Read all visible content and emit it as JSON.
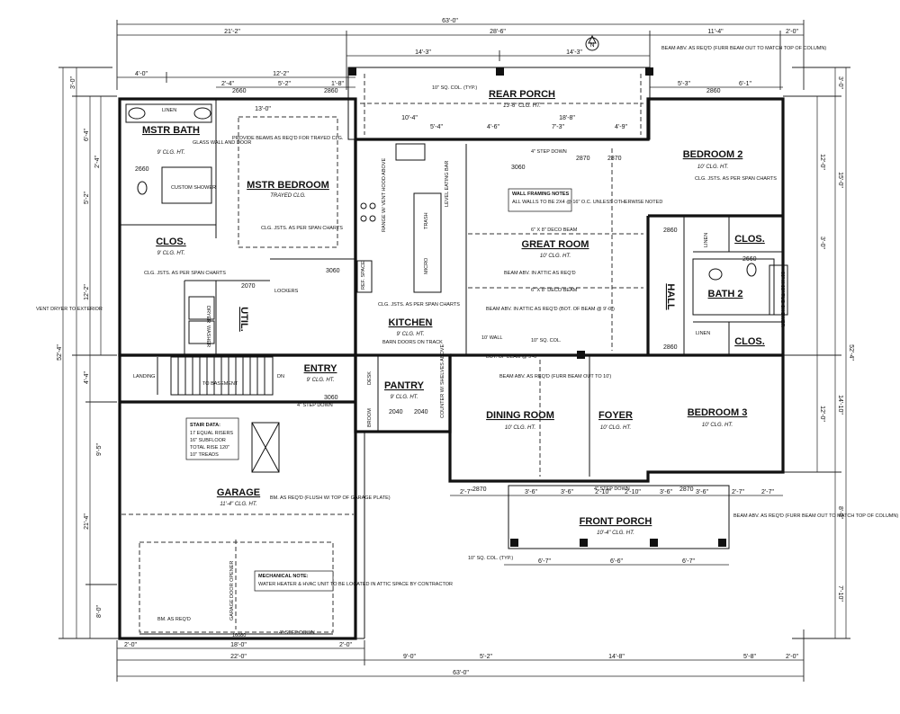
{
  "overall": {
    "top_total": "63'-0\"",
    "bottom_total": "63'-0\"",
    "left_total": "52'-4\"",
    "right_total": "52'-4\""
  },
  "top_dims": {
    "row1": [
      "21'-2\"",
      "28'-6\"",
      "11'-4\"",
      "2'-0\""
    ],
    "row2": [
      "14'-3\"",
      "14'-3\""
    ],
    "row3": [
      "4'-0\"",
      "12'-2\""
    ],
    "row4": [
      "2'-4\"",
      "5'-2\"",
      "1'-8\""
    ],
    "right_row": [
      "5'-3\"",
      "6'-1\""
    ],
    "porch_inner": [
      "4'-6\"",
      "7'-3\"",
      "4'-9\""
    ],
    "porch_mid": [
      "10'-4\"",
      "5'-4\"",
      "18'-8\""
    ],
    "msb_width": "13'-0\""
  },
  "bottom_dims": {
    "row1": [
      "2'-0\"",
      "18'-0\"",
      "2'-0\""
    ],
    "row2": [
      "22'-0\"",
      "9'-0\"",
      "5'-2\"",
      "14'-8\"",
      "5'-8\"",
      "2'-0\""
    ],
    "porch_row": [
      "2'-7\"",
      "3'-6\"",
      "3'-6\"",
      "2'-10\"",
      "2'-10\"",
      "3'-6\"",
      "3'-6\"",
      "2'-7\"",
      "2'-7\""
    ],
    "porch_cols": [
      "6'-7\"",
      "6'-6\"",
      "6'-7\""
    ]
  },
  "left_dims": [
    "3'-0\"",
    "6'-4\"",
    "2'-4\"",
    "5'-2\"",
    "12'-2\"",
    "4'-4\"",
    "21'-4\"",
    "9'-5\"",
    "8'-0\""
  ],
  "right_dims": [
    "3'-0\"",
    "12'-0\"",
    "15'-0\"",
    "3'-0\"",
    "12'-0\"",
    "14'-10\"",
    "8'-0\"",
    "7'-10\""
  ],
  "rooms": [
    {
      "name": "REAR PORCH",
      "clg": "13'-6\" CLG. HT."
    },
    {
      "name": "MSTR BATH",
      "clg": "9' CLG. HT."
    },
    {
      "name": "MSTR BEDROOM",
      "clg": "TRAYED CLG."
    },
    {
      "name": "BEDROOM 2",
      "clg": "10' CLG. HT."
    },
    {
      "name": "GREAT ROOM",
      "clg": "10' CLG. HT."
    },
    {
      "name": "CLOS.",
      "clg": "9' CLG. HT."
    },
    {
      "name": "CLOS.",
      "clg": ""
    },
    {
      "name": "BATH 2",
      "clg": ""
    },
    {
      "name": "CLOS.",
      "clg": ""
    },
    {
      "name": "KITCHEN",
      "clg": "9' CLG. HT."
    },
    {
      "name": "ENTRY",
      "clg": "9' CLG. HT."
    },
    {
      "name": "PANTRY",
      "clg": "9' CLG. HT."
    },
    {
      "name": "DINING ROOM",
      "clg": "10' CLG. HT."
    },
    {
      "name": "FOYER",
      "clg": "10' CLG. HT."
    },
    {
      "name": "BEDROOM 3",
      "clg": "10' CLG. HT."
    },
    {
      "name": "GARAGE",
      "clg": "11'-4\" CLG. HT."
    },
    {
      "name": "FRONT PORCH",
      "clg": "10'-4\" CLG. HT."
    },
    {
      "name": "HALL",
      "clg": ""
    },
    {
      "name": "UTIL.",
      "clg": ""
    }
  ],
  "notes": {
    "beam_top": "BEAM ABV. AS REQ'D (FURR BEAM OUT TO MATCH TOP OF COLUMN)",
    "beam_front": "BEAM ABV. AS REQ'D (FURR BEAM OUT TO MATCH TOP OF COLUMN)",
    "col_top": "10\" SQ. COL. (TYP.)",
    "col_front": "10\" SQ. COL. (TYP.)",
    "col_mid": "10\" SQ. COL.",
    "vent": "VENT DRYER TO EXTERIOR",
    "provide_beams": "PROVIDE BEAMS AS REQ'D FOR TRAYED CLG.",
    "glass_wall": "GLASS WALL AND DOOR",
    "custom_shower": "CUSTOM SHOWER",
    "clg_jsts": "CLG. JSTS. AS PER SPAN CHARTS",
    "lockers": "LOCKERS",
    "step_down_rear": "4\" STEP DOWN",
    "step_down_entry": "4\" STEP DOWN",
    "step_down_front": "4\" STEP DOWN",
    "step_down_garage": "4\" STEP DOWN",
    "level_eating": "LEVEL EATING BAR",
    "range": "RANGE W/ VENT HOOD ABOVE",
    "micro": "MICRO",
    "trash": "TRASH",
    "ref_space": "REF. SPACE",
    "beam_attic": "BEAM ABV. IN ATTIC AS REQ'D",
    "beam_attic2": "BEAM ABV. IN ATTIC AS REQ'D (BOT. OF BEAM @ 9'-0\")",
    "beam_foyer": "BEAM ABV. AS REQ'D (FURR BEAM OUT TO 10')",
    "deco_beam1": "6\" X 8\" DECO BEAM",
    "deco_beam2": "6\" X 8\" DECO BEAM",
    "wall_10": "10' WALL",
    "bot_beam1": "BOT. OF BEAM @ 9'-0\"",
    "bot_beam2": "BOT. OF BEAM @ 9'-0\"",
    "landing": "LANDING",
    "basement": "TO BASEMENT",
    "stair_title": "STAIR DATA:",
    "stair_lines": [
      "17 EQUAL RISERS",
      "16\" SUBFLOOR",
      "TOTAL RISE 120\"",
      "10\" TREADS"
    ],
    "garage_beam": "BM. AS REQ'D (FLUSH W/ TOP OF GARAGE PLATE)",
    "garage_bm": "BM. AS REQ'D",
    "garage_door": "GARAGE DOOR OPENER",
    "mech_title": "MECHANICAL NOTE:",
    "mech_text": "WATER HEATER & HVAC UNIT TO BE LOCATED IN ATTIC SPACE BY CONTRACTOR",
    "framing_title": "WALL FRAMING NOTES",
    "framing_text": "ALL WALLS TO BE 2X4 @ 16\" O.C. UNLESS OTHERWISE NOTED",
    "pantry_shelves": "COUNTER W/ SHELVES ABOVE",
    "desk": "DESK",
    "broom": "BROOM",
    "linen1": "LINEN",
    "linen2": "LINEN",
    "linen3": "LINEN",
    "dryer": "DRYER",
    "washer": "WASHER",
    "tub": "30\" X 60\" TUB SHOWER",
    "barn_doors": "BARN DOORS ON TRACK",
    "dn": "DN",
    "garage_door_size": "16080",
    "n_mark": "N"
  },
  "door_codes": [
    "2660",
    "2660",
    "2860",
    "2860",
    "3060",
    "2070",
    "2870",
    "2870",
    "3060",
    "2040",
    "2040",
    "3060",
    "2870",
    "2870",
    "2860",
    "2860",
    "2660"
  ]
}
